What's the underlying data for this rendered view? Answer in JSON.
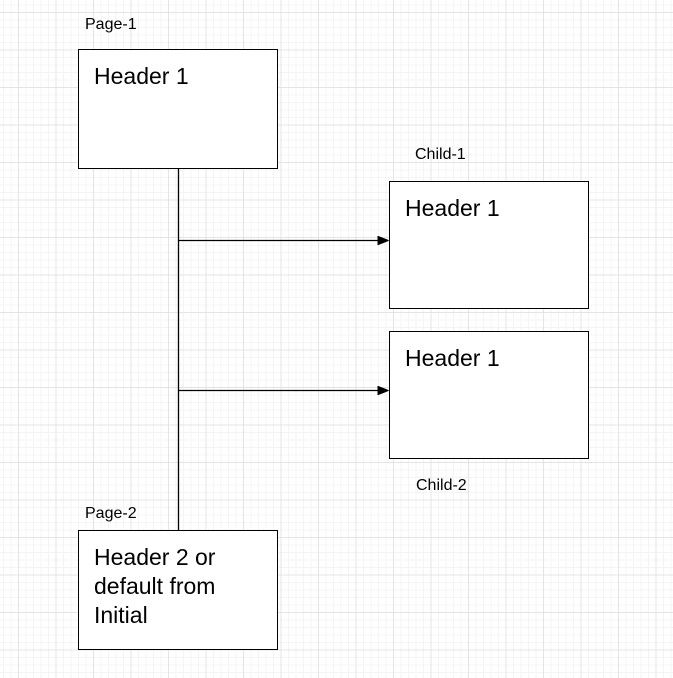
{
  "canvas": {
    "background_color": "#ffffff",
    "grid_major_color": "#e4e4e4",
    "grid_minor_color": "#f4f4f4",
    "stroke_color": "#000000",
    "text_color": "#000000"
  },
  "diagram": {
    "nodes": [
      {
        "id": "page-1",
        "label": "Page-1",
        "text": "Header 1"
      },
      {
        "id": "child-1",
        "label": "Child-1",
        "text": "Header 1"
      },
      {
        "id": "child-2",
        "label": "Child-2",
        "text": "Header 1"
      },
      {
        "id": "page-2",
        "label": "Page-2",
        "text": "Header 2 or default from Initial"
      }
    ],
    "edges": [
      {
        "from": "page-1",
        "to": "child-1",
        "arrow": "yes"
      },
      {
        "from": "page-1",
        "to": "child-2",
        "arrow": "yes"
      },
      {
        "from": "page-1",
        "to": "page-2",
        "arrow": "no"
      }
    ]
  }
}
